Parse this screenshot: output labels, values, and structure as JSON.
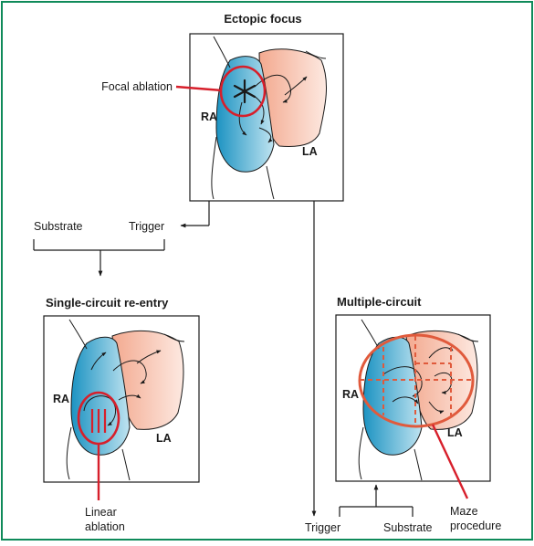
{
  "figure": {
    "ectopic": {
      "title": "Ectopic focus",
      "ra": "RA",
      "la": "LA",
      "annotation": "Focal ablation"
    },
    "branch": {
      "substrate": "Substrate",
      "trigger": "Trigger"
    },
    "single": {
      "title": "Single-circuit re-entry",
      "ra": "RA",
      "la": "LA",
      "annotation_line1": "Linear",
      "annotation_line2": "ablation"
    },
    "multiple": {
      "title": "Multiple-circuit",
      "ra": "RA",
      "la": "LA",
      "annotation_line1": "Maze",
      "annotation_line2": "procedure"
    },
    "bottom": {
      "trigger": "Trigger",
      "substrate": "Substrate"
    },
    "colors": {
      "frame": "#0f8a5a",
      "ablation": "#d71f2b",
      "maze": "#e05a3c",
      "ra_fill": "#3aa7cc",
      "la_fill": "#f4c3b2"
    }
  }
}
